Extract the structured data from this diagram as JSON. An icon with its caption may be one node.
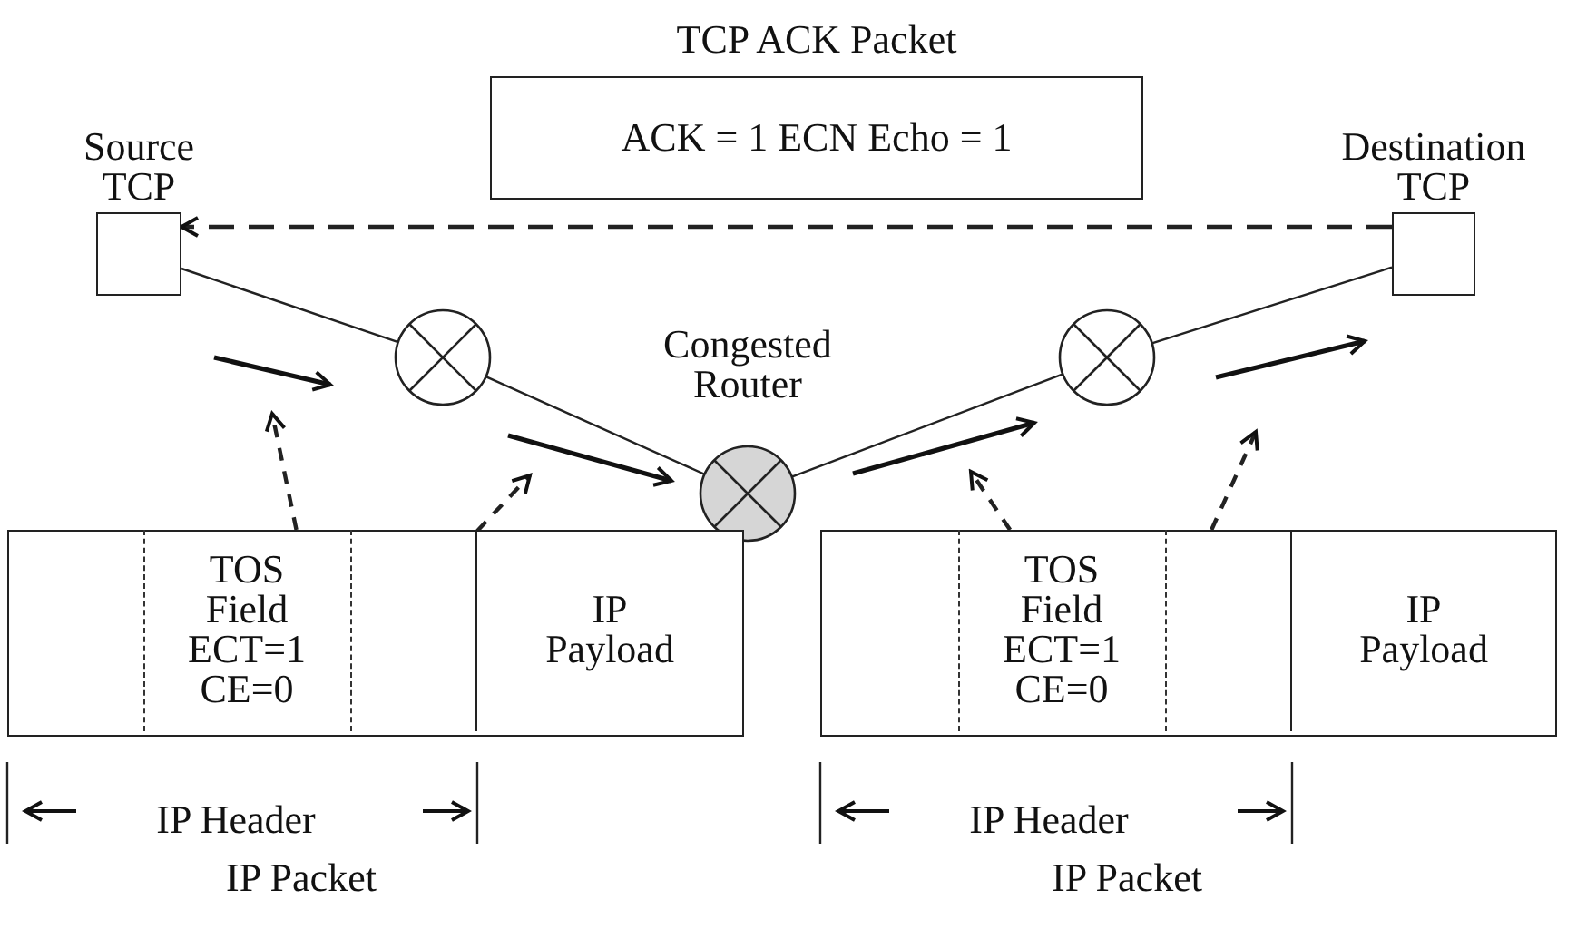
{
  "diagram": {
    "nodes": [
      {
        "text": [
          "Source TCP"
        ]
      },
      {
        "text": [
          "Destination TCP"
        ]
      },
      {
        "text": [
          "TCP ACK Packet",
          "ACK = 1 ECN Echo = 1"
        ]
      },
      {
        "text": [],
        "shape": "circle"
      },
      {
        "text": [
          "Congested Router"
        ]
      },
      {
        "text": [],
        "shape": "circle"
      },
      {
        "text": [],
        "shape": "box",
        "beside": [
          "IP Packet"
        ]
      },
      {
        "text": [],
        "shape": "box",
        "in": 6
      },
      {
        "text": [
          "TOS Field ECT=1 CE=0"
        ],
        "in": 6
      },
      {
        "text": [],
        "shape": "box",
        "in": 6
      },
      {
        "text": [
          "IP Payload"
        ],
        "in": 6
      },
      {
        "text": [],
        "shape": "box",
        "beside": [
          "IP Packet"
        ]
      },
      {
        "text": [],
        "shape": "box",
        "in": 11
      },
      {
        "text": [
          "TOS Field ECT=1 CE=0"
        ],
        "in": 11
      },
      {
        "text": [],
        "shape": "box",
        "in": 11
      },
      {
        "text": [
          "IP Payload"
        ],
        "in": 11
      }
    ],
    "edges": [
      {
        "from": 1,
        "to": 0,
        "arrow": "to",
        "style": "dashed"
      },
      {
        "from": 0,
        "to": 3,
        "arrow": "none"
      },
      {
        "from": 3,
        "to": 4,
        "arrow": "none"
      },
      {
        "from": 4,
        "to": 5,
        "arrow": "none"
      },
      {
        "from": 5,
        "to": 1,
        "arrow": "none"
      },
      {
        "from": 8,
        "to": null,
        "arrow": "to",
        "style": "dashed"
      },
      {
        "from": 9,
        "to": null,
        "arrow": "to",
        "style": "dashed"
      },
      {
        "from": 13,
        "to": null,
        "arrow": "to",
        "style": "dashed"
      },
      {
        "from": 14,
        "to": null,
        "arrow": "to",
        "style": "dashed"
      }
    ],
    "labels": [
      "IP Header",
      "IP Header"
    ]
  }
}
